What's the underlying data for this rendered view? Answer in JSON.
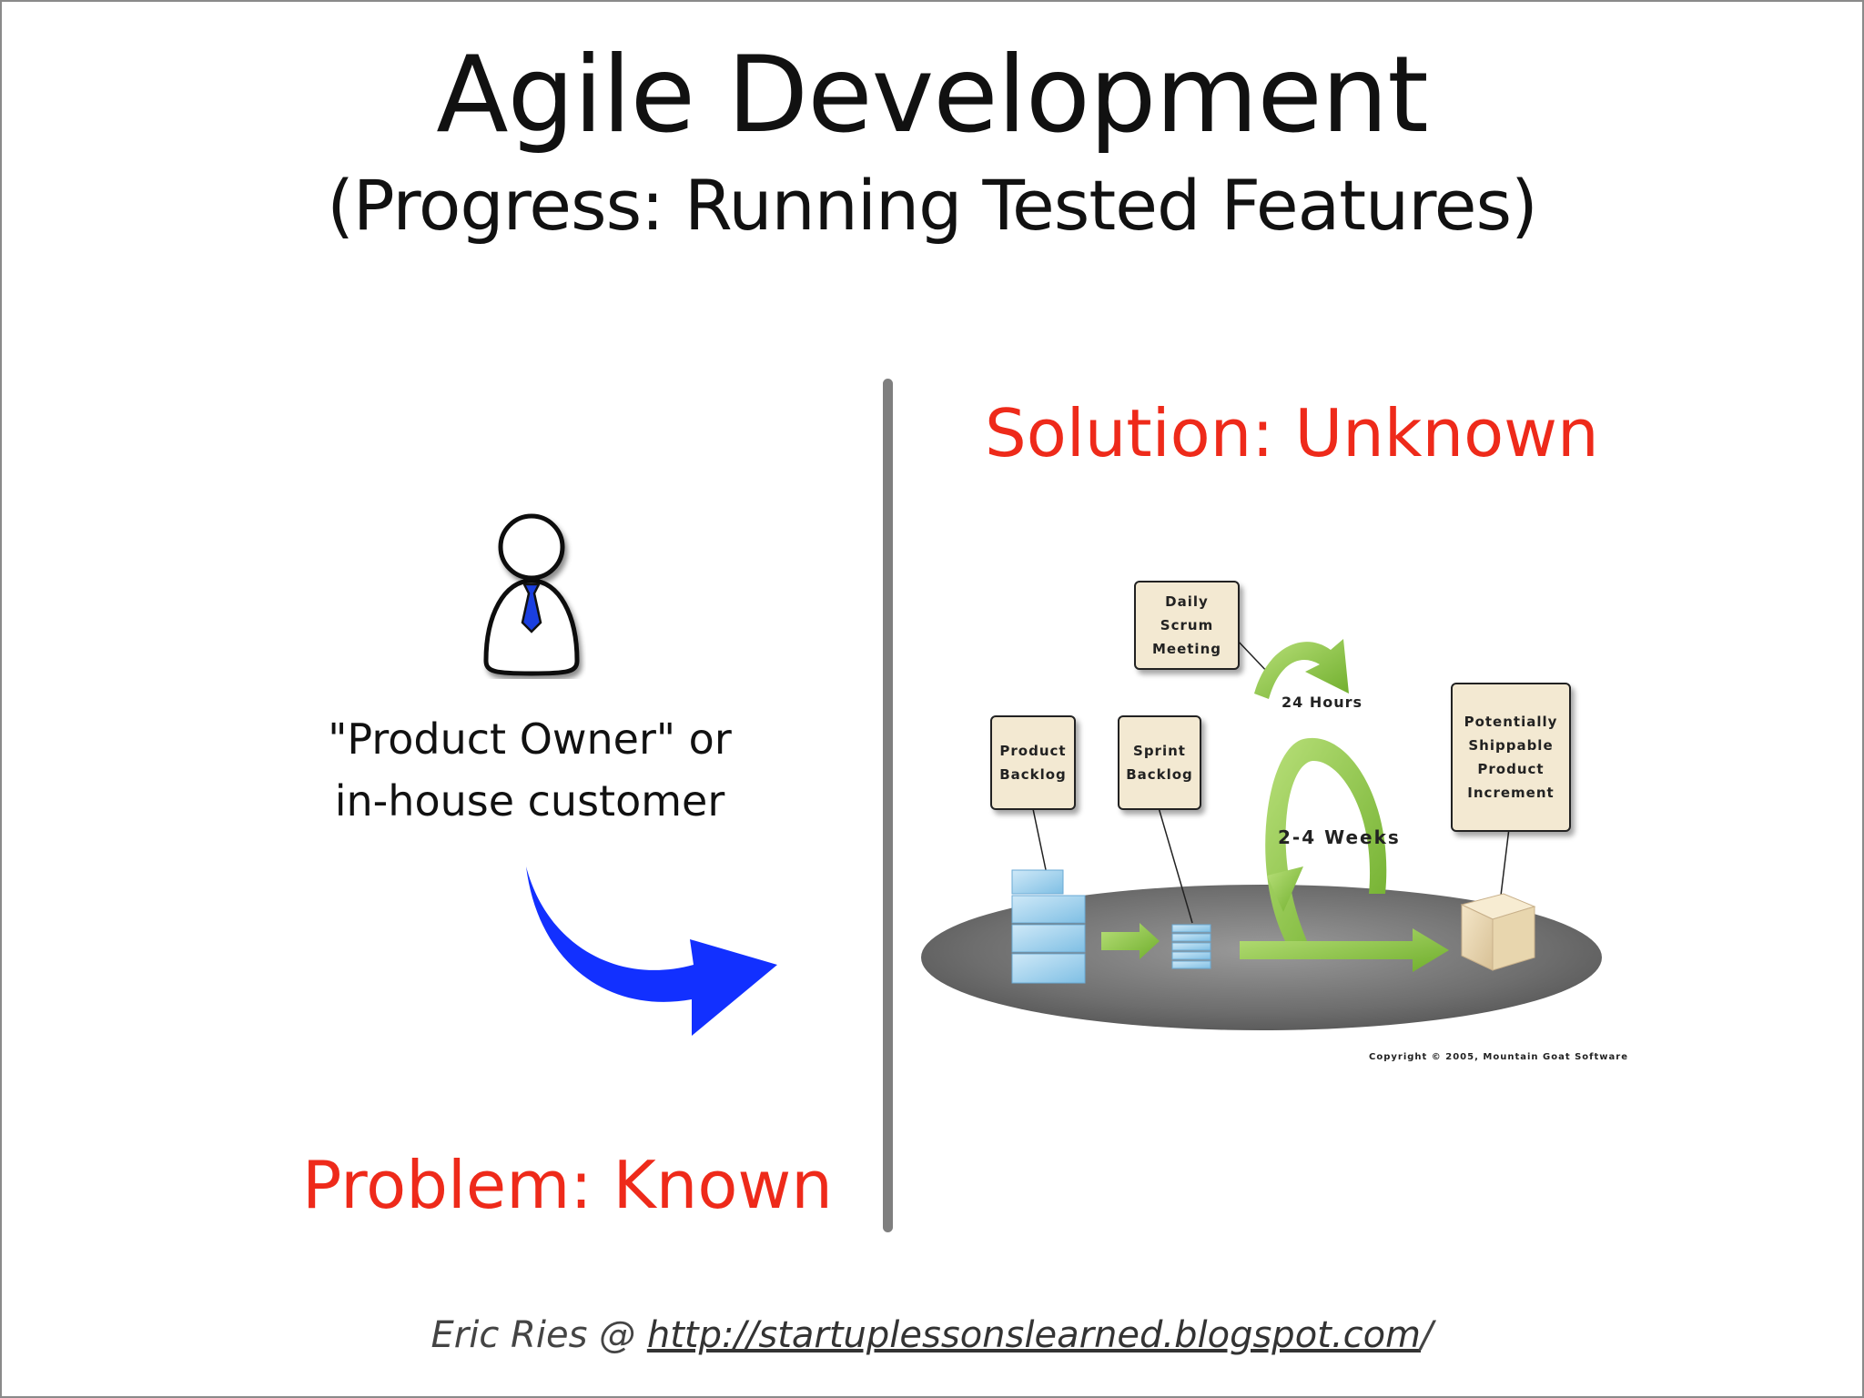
{
  "slide": {
    "title": "Agile Development",
    "subtitle": "(Progress: Running Tested Features)"
  },
  "left": {
    "owner_line1": "\"Product Owner\" or",
    "owner_line2": "in-house customer",
    "problem_label": "Problem: Known"
  },
  "right": {
    "solution_label": "Solution: Unknown"
  },
  "scrum": {
    "daily_line1": "Daily Scrum",
    "daily_line2": "Meeting",
    "product_line1": "Product",
    "product_line2": "Backlog",
    "sprint_line1": "Sprint",
    "sprint_line2": "Backlog",
    "ship_line1": "Potentially",
    "ship_line2": "Shippable",
    "ship_line3": "Product",
    "ship_line4": "Increment",
    "hours": "24 Hours",
    "weeks": "2-4 Weeks",
    "copyright": "Copyright © 2005, Mountain Goat Software"
  },
  "footer": {
    "author": "Eric Ries @ ",
    "url": "http://startuplessonslearned.blogspot.com",
    "suffix": "/"
  },
  "colors": {
    "accent_red": "#ee2a1a",
    "arrow_blue": "#1230ff",
    "scrum_green": "#8cc63f",
    "divider_gray": "#7f7f7f"
  },
  "icons": [
    "person-icon",
    "curved-arrow-icon"
  ]
}
